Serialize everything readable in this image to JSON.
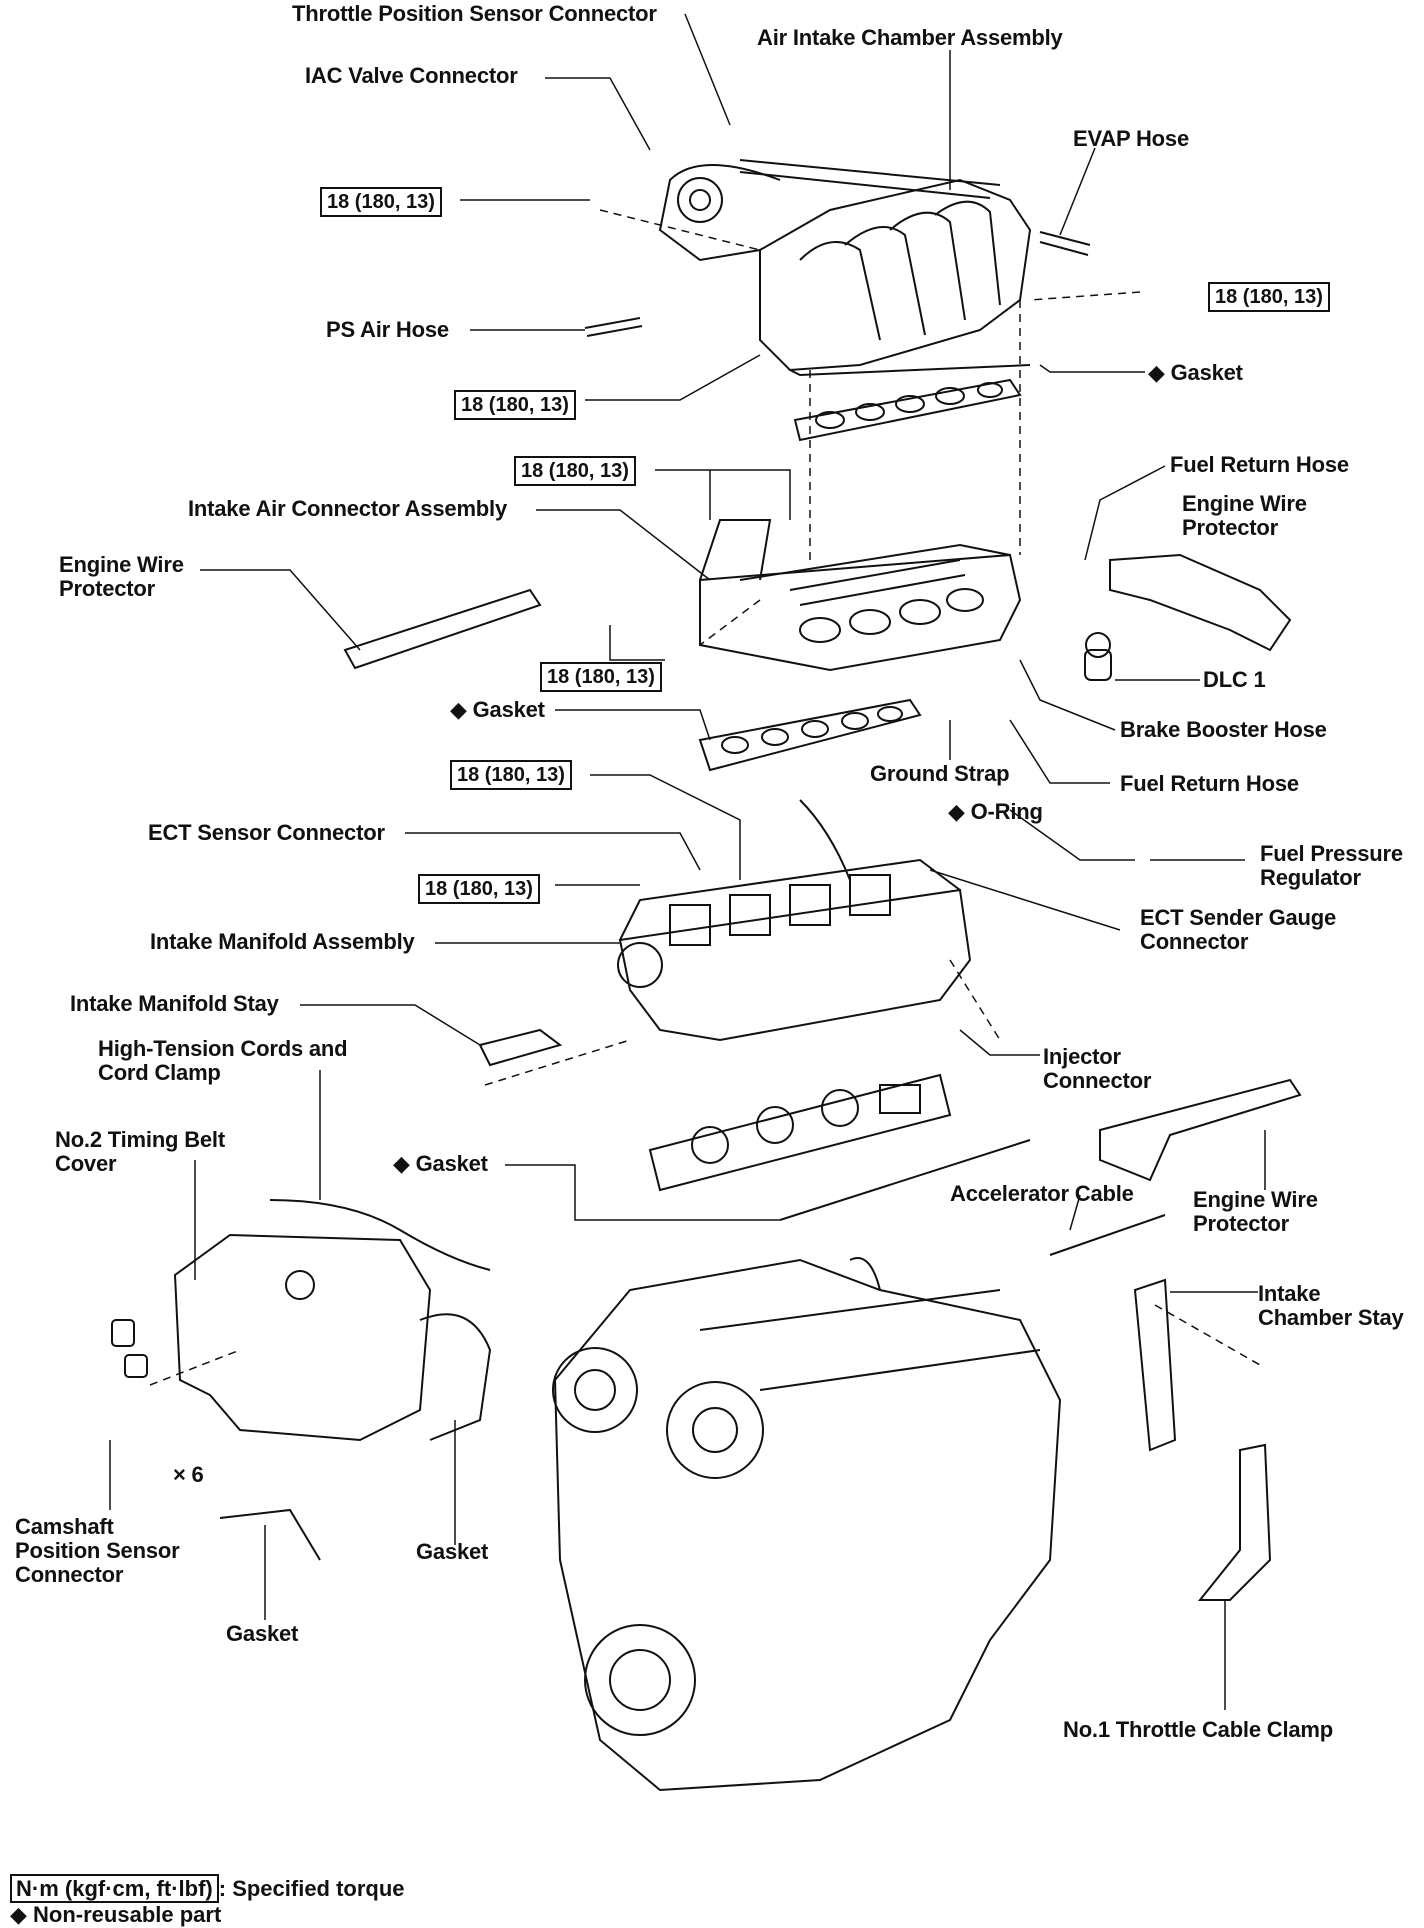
{
  "labels": {
    "throttle_position_sensor_connector": "Throttle Position Sensor Connector",
    "air_intake_chamber_assembly": "Air Intake Chamber Assembly",
    "iac_valve_connector": "IAC Valve Connector",
    "evap_hose": "EVAP Hose",
    "ps_air_hose": "PS Air Hose",
    "gasket_top": "◆ Gasket",
    "fuel_return_hose_top": "Fuel Return Hose",
    "engine_wire_protector_right": "Engine Wire\nProtector",
    "intake_air_connector_assembly": "Intake Air Connector Assembly",
    "engine_wire_protector_left": "Engine Wire\nProtector",
    "dlc1": "DLC 1",
    "brake_booster_hose": "Brake Booster Hose",
    "gasket_mid": "◆ Gasket",
    "ground_strap": "Ground Strap",
    "fuel_return_hose_bottom": "Fuel Return Hose",
    "o_ring": "◆ O-Ring",
    "ect_sensor_connector": "ECT Sensor Connector",
    "fuel_pressure_regulator": "Fuel Pressure\nRegulator",
    "ect_sender_gauge_connector": "ECT Sender Gauge\nConnector",
    "intake_manifold_assembly": "Intake Manifold Assembly",
    "intake_manifold_stay": "Intake Manifold Stay",
    "injector_connector": "Injector\nConnector",
    "high_tension_cords": "High-Tension Cords and\nCord Clamp",
    "no2_timing_belt_cover": "No.2 Timing Belt\nCover",
    "gasket_lower": "◆ Gasket",
    "accelerator_cable": "Accelerator Cable",
    "engine_wire_protector_lower": "Engine Wire\nProtector",
    "intake_chamber_stay": "Intake\nChamber Stay",
    "x6": "× 6",
    "camshaft_position_sensor_connector": "Camshaft\nPosition Sensor\nConnector",
    "gasket_cover": "Gasket",
    "gasket_small": "Gasket",
    "no1_throttle_cable_clamp": "No.1 Throttle Cable Clamp"
  },
  "torque": {
    "t1": "18 (180, 13)",
    "t2": "18 (180, 13)",
    "t3": "18 (180, 13)",
    "t4": "18 (180, 13)",
    "t5": "18 (180, 13)",
    "t6": "18 (180, 13)",
    "t7": "18 (180, 13)"
  },
  "legend": {
    "unit": "N·m (kgf·cm, ft·lbf)",
    "specified": ": Specified torque",
    "non_reusable": "◆ Non-reusable part"
  }
}
